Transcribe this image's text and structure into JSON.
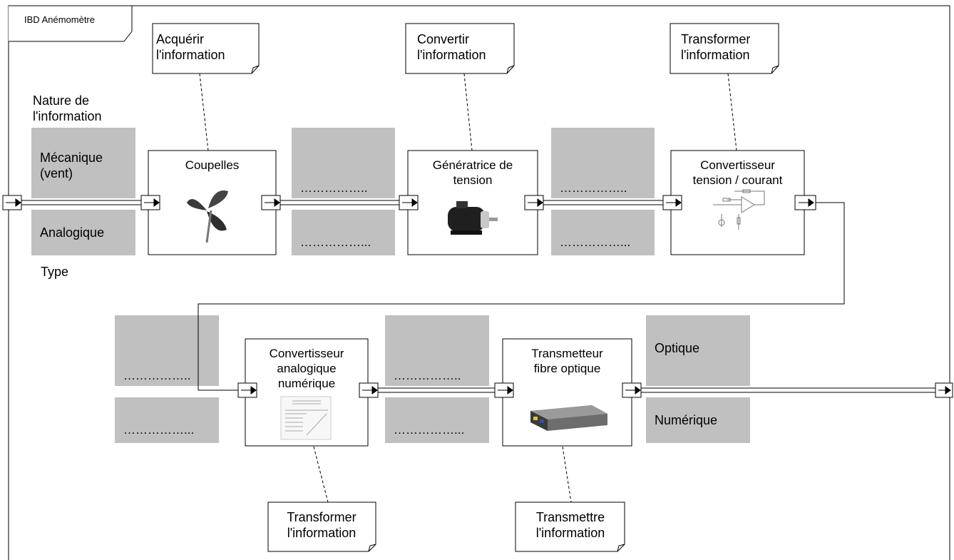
{
  "frame": {
    "title": "IBD Anémomètre"
  },
  "legend": {
    "nature": "Nature de\nl'information",
    "type": "Type"
  },
  "notes": [
    "Acquérir\nl'information",
    "Convertir\nl'information",
    "Transformer\nl'information",
    "Transformer\nl'information",
    "Transmettre\nl'information"
  ],
  "blocks": [
    {
      "title": "Coupelles",
      "image": "cup-anemometer-icon"
    },
    {
      "title": "Génératrice de\ntension",
      "image": "electric-motor-icon"
    },
    {
      "title": "Convertisseur\ntension / courant",
      "image": "opamp-circuit-icon"
    },
    {
      "title": "Convertisseur\nanalogique\nnumérique",
      "image": "adc-datasheet-icon"
    },
    {
      "title": "Transmetteur\nfibre optique",
      "image": "media-converter-icon"
    }
  ],
  "flows": [
    {
      "nature": "Mécanique\n(vent)",
      "type": "Analogique"
    },
    {
      "nature": "……………..",
      "type": "……………..."
    },
    {
      "nature": "……………..",
      "type": "……………..."
    },
    {
      "nature": "……………..",
      "type": "……………..."
    },
    {
      "nature": "……………..",
      "type": "……………..."
    },
    {
      "nature": "Optique",
      "type": "Numérique"
    }
  ],
  "colors": {
    "grey_box": "#c0c0c0",
    "line": "#000000"
  }
}
